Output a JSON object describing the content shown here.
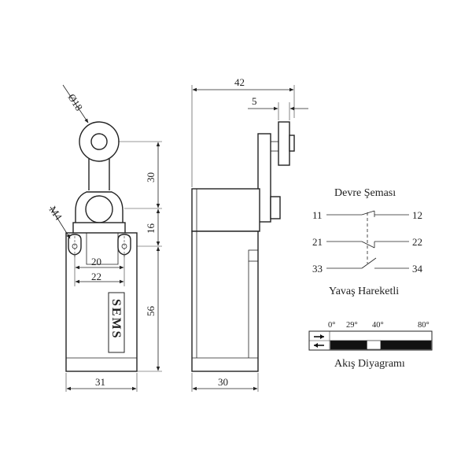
{
  "dimensions": {
    "front_roller_diameter": "Ø18",
    "front_arm_length": "30",
    "front_pivot_offset": "16",
    "front_mount_thread": "M4",
    "front_hole_spacing_inner": "20",
    "front_hole_spacing_outer": "22",
    "front_body_height": "56",
    "front_width": "31",
    "side_total_width": "42",
    "side_roller_width": "5",
    "side_body_width": "30"
  },
  "brand_logo": "SEMS",
  "circuit": {
    "title": "Devre Şeması",
    "terminals": [
      "11",
      "12",
      "21",
      "22",
      "33",
      "34"
    ],
    "action_label": "Yavaş Hareketli"
  },
  "flow": {
    "title": "Akış Diyagramı",
    "angles": [
      "0°",
      "29°",
      "40°",
      "80°"
    ],
    "segments": [
      {
        "from": 0,
        "to": 29,
        "state": "on"
      },
      {
        "from": 29,
        "to": 40,
        "state": "off"
      },
      {
        "from": 40,
        "to": 80,
        "state": "on"
      }
    ],
    "colors": {
      "on": "#111111",
      "off": "#ffffff"
    }
  }
}
